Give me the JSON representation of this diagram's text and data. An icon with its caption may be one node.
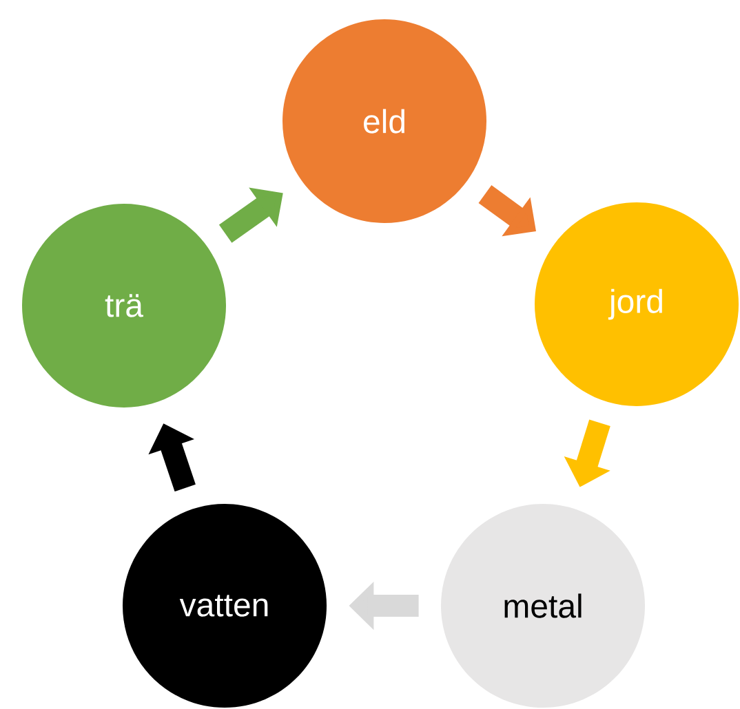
{
  "diagram": {
    "nodes": [
      {
        "text": [
          "eld"
        ]
      },
      {
        "text": [
          "jord"
        ]
      },
      {
        "text": [
          "metal"
        ]
      },
      {
        "text": [
          "vatten"
        ]
      },
      {
        "text": [
          "trä"
        ]
      }
    ],
    "edges": [
      {
        "from": 0,
        "to": 1,
        "arrow": "to",
        "color": "#ed7d31"
      },
      {
        "from": 1,
        "to": 2,
        "arrow": "to",
        "color": "#ffc000"
      },
      {
        "from": 2,
        "to": 3,
        "arrow": "to",
        "color": "#d9d9d9"
      },
      {
        "from": 3,
        "to": 4,
        "arrow": "to",
        "color": "#000000"
      },
      {
        "from": 4,
        "to": 0,
        "arrow": "to",
        "color": "#70ad47"
      }
    ]
  }
}
